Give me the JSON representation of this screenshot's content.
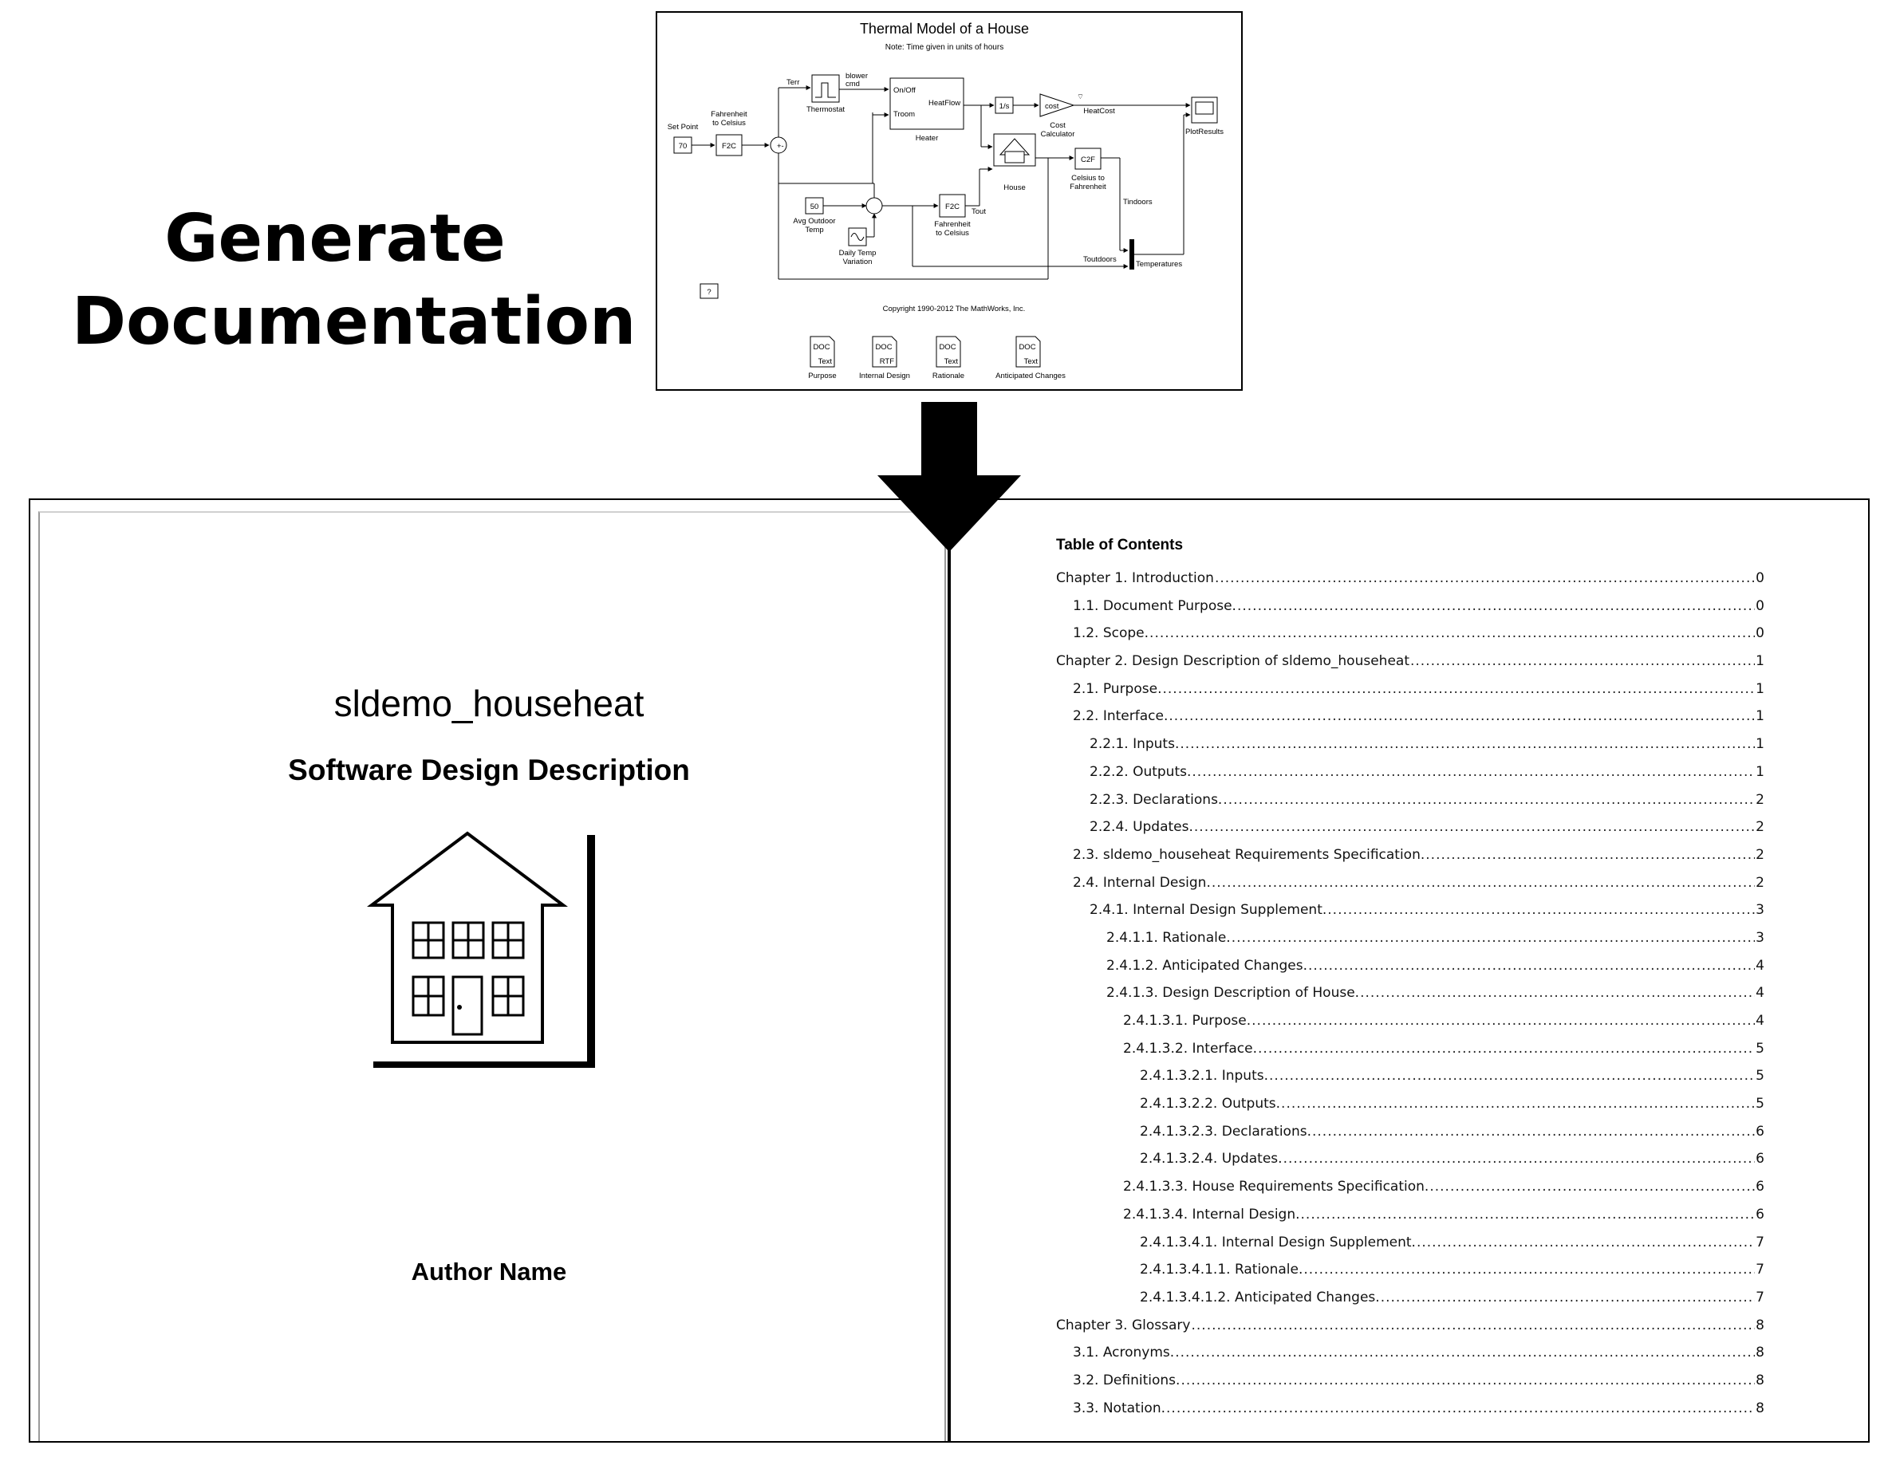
{
  "headline": [
    "Generate",
    "Documentation"
  ],
  "model": {
    "title": "Thermal Model of a House",
    "note": "Note: Time given in units of hours",
    "copyright": "Copyright 1990-2012 The MathWorks, Inc.",
    "blocks": {
      "set_point_label": "Set Point",
      "set_point_value": "70",
      "f2c_label": "Fahrenheit\nto Celsius",
      "f2c": "F2C",
      "terr": "Terr",
      "thermostat": "Thermostat",
      "blower_cmd": "blower\ncmd",
      "on_off": "On/Off",
      "troom": "Troom",
      "heatflow": "HeatFlow",
      "heater": "Heater",
      "integrator": "1/s",
      "cost": "cost",
      "cost_calc": "Cost\nCalculator",
      "heatcost": "HeatCost",
      "plot": "PlotResults",
      "house": "House",
      "c2f": "C2F",
      "c2f_label": "Celsius to\nFahrenheit",
      "tindoors": "Tindoors",
      "toutdoors": "Toutdoors",
      "temperatures": "Temperatures",
      "avg_value": "50",
      "avg_label": "Avg Outdoor\nTemp",
      "daily": "Daily Temp\nVariation",
      "f2c2": "F2C",
      "f2c2_label": "Fahrenheit\nto Celsius",
      "tout": "Tout",
      "help": "?"
    },
    "docs": [
      {
        "top": "DOC",
        "type": "Text",
        "label": "Purpose"
      },
      {
        "top": "DOC",
        "type": "RTF",
        "label": "Internal Design"
      },
      {
        "top": "DOC",
        "type": "Text",
        "label": "Rationale"
      },
      {
        "top": "DOC",
        "type": "Text",
        "label": "Anticipated Changes"
      }
    ]
  },
  "cover": {
    "model_name": "sldemo_househeat",
    "subtitle": "Software Design Description",
    "author": "Author Name"
  },
  "toc": {
    "heading": "Table of Contents",
    "entries": [
      {
        "level": 0,
        "text": "Chapter 1. Introduction",
        "page": "0"
      },
      {
        "level": 1,
        "text": "1.1. Document Purpose. ",
        "page": "0"
      },
      {
        "level": 1,
        "text": "1.2. Scope.",
        "page": "0"
      },
      {
        "level": 0,
        "text": "Chapter 2. Design Description of sldemo_househeat",
        "page": "1"
      },
      {
        "level": 1,
        "text": "2.1. Purpose. ",
        "page": "1"
      },
      {
        "level": 1,
        "text": "2.2. Interface.",
        "page": "1"
      },
      {
        "level": 2,
        "text": "2.2.1. Inputs. ",
        "page": "1"
      },
      {
        "level": 2,
        "text": "2.2.2. Outputs. ",
        "page": "1"
      },
      {
        "level": 2,
        "text": "2.2.3. Declarations. ",
        "page": "2"
      },
      {
        "level": 2,
        "text": "2.2.4. Updates.",
        "page": "2"
      },
      {
        "level": 1,
        "text": "2.3. sldemo_househeat Requirements Specification.",
        "page": "2"
      },
      {
        "level": 1,
        "text": "2.4. Internal Design. ",
        "page": "2"
      },
      {
        "level": 2,
        "text": "2.4.1. Internal Design Supplement.",
        "page": "3"
      },
      {
        "level": 3,
        "text": "2.4.1.1. Rationale. ",
        "page": "3"
      },
      {
        "level": 3,
        "text": "2.4.1.2. Anticipated Changes. ",
        "page": "4"
      },
      {
        "level": 3,
        "text": "2.4.1.3. Design Description of House. ",
        "page": "4"
      },
      {
        "level": 4,
        "text": "2.4.1.3.1. Purpose. ",
        "page": "4"
      },
      {
        "level": 4,
        "text": "2.4.1.3.2. Interface.",
        "page": "5"
      },
      {
        "level": 5,
        "text": "2.4.1.3.2.1. Inputs. ",
        "page": "5"
      },
      {
        "level": 5,
        "text": "2.4.1.3.2.2. Outputs. ",
        "page": "5"
      },
      {
        "level": 5,
        "text": "2.4.1.3.2.3. Declarations. ",
        "page": "6"
      },
      {
        "level": 5,
        "text": "2.4.1.3.2.4. Updates.",
        "page": "6"
      },
      {
        "level": 4,
        "text": "2.4.1.3.3. House Requirements Specification. ",
        "page": "6"
      },
      {
        "level": 4,
        "text": "2.4.1.3.4. Internal Design. ",
        "page": "6"
      },
      {
        "level": 5,
        "text": "2.4.1.3.4.1. Internal Design Supplement.",
        "page": "7"
      },
      {
        "level": 5,
        "text": "2.4.1.3.4.1.1. Rationale. ",
        "page": "7"
      },
      {
        "level": 5,
        "text": "2.4.1.3.4.1.2. Anticipated Changes.",
        "page": "7"
      },
      {
        "level": 0,
        "text": "Chapter 3. Glossary",
        "page": "8"
      },
      {
        "level": 1,
        "text": "3.1. Acronyms. ",
        "page": "8"
      },
      {
        "level": 1,
        "text": "3.2. Definitions.",
        "page": "8"
      },
      {
        "level": 1,
        "text": "3.3. Notation. ",
        "page": "8"
      }
    ]
  }
}
